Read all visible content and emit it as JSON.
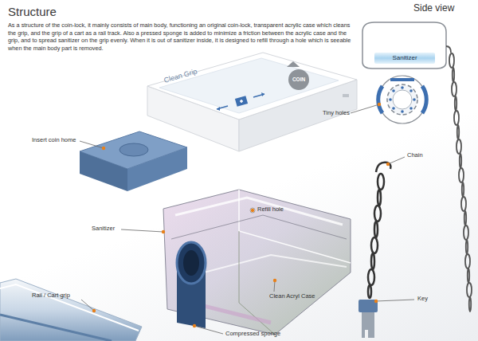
{
  "diagram": {
    "title": "Structure",
    "caption": "As a structure of the coin-lock, it mainly consists of main body, functioning an original coin-lock, transparent acrylic case which cleans the grip, and the grip of a cart as a rail track. Also a pressed sponge is added to minimize a friction between the acrylic case and the grip, and to spread sanitizer on the grip evenly. When it is out of sanitizer inside, it is designed to refill through a hole which is seeable when the main body part is removed.",
    "nodes": [
      {
        "text": [
          "Sanitizer"
        ]
      }
    ],
    "labels": [
      "Side view",
      "Tiny holes",
      "Clean Grip",
      "COIN",
      "Insert coin home",
      "Chain",
      "Refill hole",
      "Sanitizer",
      "Rail / Cart grip",
      "Clean Acryl Case",
      "Key",
      "Compressed sponge"
    ]
  }
}
